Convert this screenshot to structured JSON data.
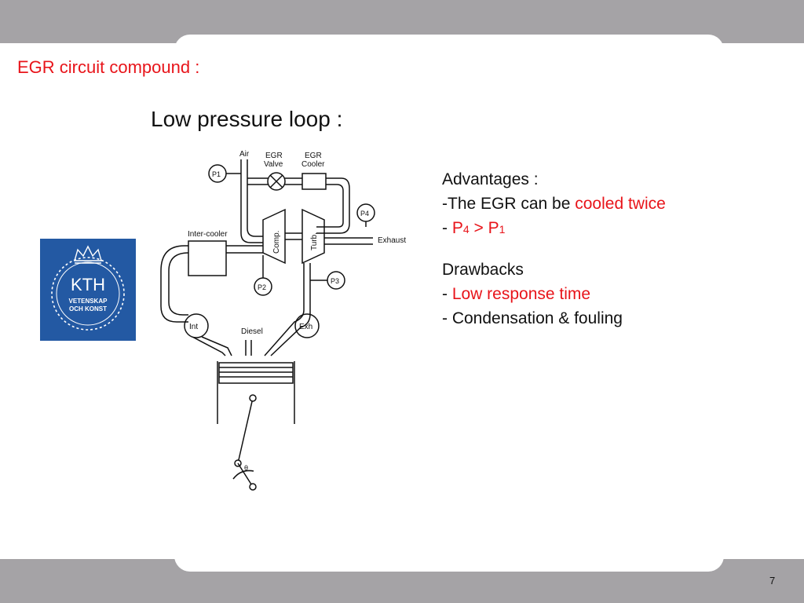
{
  "slide": {
    "title": "EGR circuit compound :",
    "subtitle": "Low pressure loop :",
    "page_number": "7"
  },
  "logo": {
    "name": "KTH",
    "line1": "VETENSKAP",
    "line2": "OCH KONST",
    "color": "#2359a3"
  },
  "advantages": {
    "heading": "Advantages :",
    "line1_prefix": "-The EGR can be ",
    "line1_highlight": "cooled twice",
    "line2_prefix": "- ",
    "p_left": "P",
    "p_left_sub": "4",
    "op": " > ",
    "p_right": "P",
    "p_right_sub": "1"
  },
  "drawbacks": {
    "heading": "Drawbacks",
    "line1_prefix": "- ",
    "line1_highlight": "Low response time",
    "line2": "- Condensation & fouling"
  },
  "diagram": {
    "air": "Air",
    "egr_valve_1": "EGR",
    "egr_valve_2": "Valve",
    "egr_cooler_1": "EGR",
    "egr_cooler_2": "Cooler",
    "inter_cooler": "Inter-cooler",
    "comp": "Comp.",
    "turb": "Turb.",
    "exhaust": "Exhaust",
    "p1": "P1",
    "p2": "P2",
    "p3": "P3",
    "p4": "P4",
    "int": "Int",
    "diesel": "Diesel",
    "exh": "Exh",
    "theta": "θ"
  },
  "colors": {
    "accent_red": "#e8141a",
    "band_gray": "#a5a3a6"
  }
}
